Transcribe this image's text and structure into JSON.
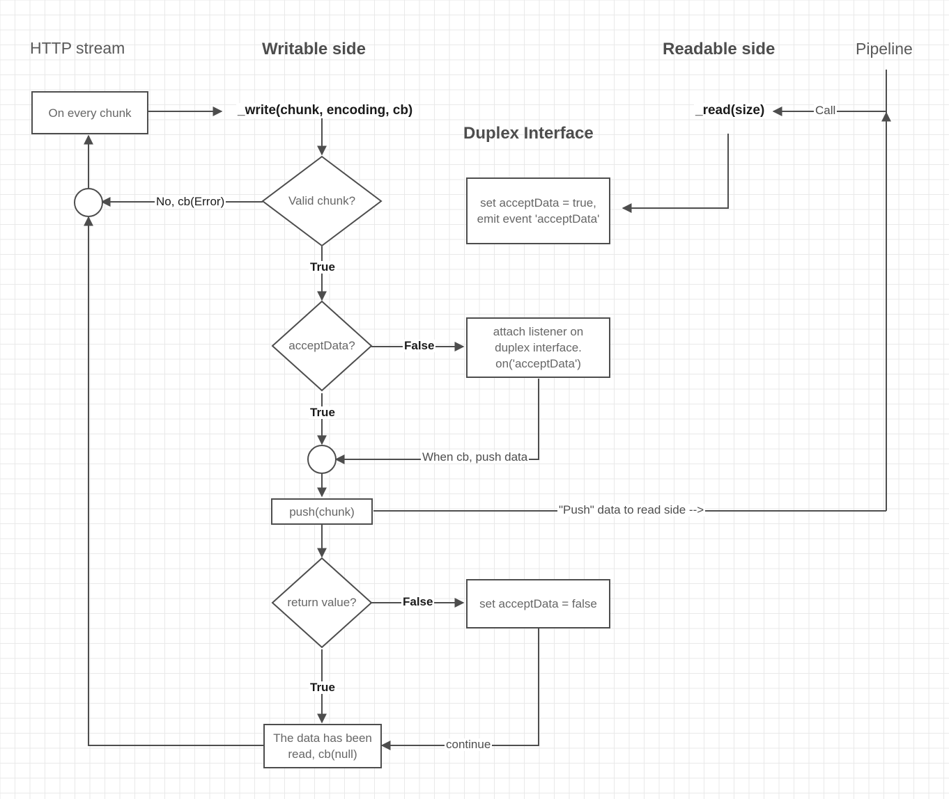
{
  "diagram": {
    "title": "Duplex Interface",
    "lanes": [
      {
        "id": "http-stream",
        "label": "HTTP stream",
        "style": "plain"
      },
      {
        "id": "writable-side",
        "label": "Writable side",
        "style": "bold"
      },
      {
        "id": "duplex-interface",
        "label": "Duplex Interface",
        "style": "bold"
      },
      {
        "id": "readable-side",
        "label": "Readable side",
        "style": "bold"
      },
      {
        "id": "pipeline",
        "label": "Pipeline",
        "style": "plain"
      }
    ],
    "nodes": [
      {
        "id": "on-every-chunk",
        "type": "process",
        "label": "On every chunk"
      },
      {
        "id": "valid-chunk",
        "type": "decision",
        "label": "Valid chunk?"
      },
      {
        "id": "accept-data",
        "type": "decision",
        "label": "acceptData?"
      },
      {
        "id": "push-chunk",
        "type": "process",
        "label": "push(chunk)"
      },
      {
        "id": "return-value",
        "type": "decision",
        "label": "return value?"
      },
      {
        "id": "data-read",
        "type": "process",
        "label": "The data has been\nread, cb(null)"
      },
      {
        "id": "set-accept-true",
        "type": "process",
        "label": "set acceptData = true,\nemit event 'acceptData'"
      },
      {
        "id": "attach-listener",
        "type": "process",
        "label": "attach listener on\nduplex interface.\non('acceptData')"
      },
      {
        "id": "set-accept-false",
        "type": "process",
        "label": "set acceptData = false"
      },
      {
        "id": "merge-error",
        "type": "connector",
        "label": ""
      },
      {
        "id": "merge-push",
        "type": "connector",
        "label": ""
      }
    ],
    "api_labels": [
      {
        "id": "write-api",
        "label": "_write(chunk, encoding, cb)"
      },
      {
        "id": "read-api",
        "label": "_read(size)"
      }
    ],
    "edges": [
      {
        "from": "on-every-chunk",
        "to": "write-api",
        "label": ""
      },
      {
        "from": "valid-chunk",
        "to": "merge-error",
        "label": "No, cb(Error)"
      },
      {
        "from": "valid-chunk",
        "to": "accept-data",
        "label": "True"
      },
      {
        "from": "accept-data",
        "to": "attach-listener",
        "label": "False"
      },
      {
        "from": "accept-data",
        "to": "merge-push",
        "label": "True"
      },
      {
        "from": "attach-listener",
        "to": "merge-push",
        "label": "When cb, push data"
      },
      {
        "from": "push-chunk",
        "to": "pipeline",
        "label": "\"Push\" data to read side -->"
      },
      {
        "from": "return-value",
        "to": "set-accept-false",
        "label": "False"
      },
      {
        "from": "return-value",
        "to": "data-read",
        "label": "True"
      },
      {
        "from": "set-accept-false",
        "to": "data-read",
        "label": "continue"
      },
      {
        "from": "pipeline",
        "to": "read-api",
        "label": "Call"
      },
      {
        "from": "read-api",
        "to": "set-accept-true",
        "label": ""
      },
      {
        "from": "data-read",
        "to": "merge-error",
        "label": ""
      },
      {
        "from": "merge-error",
        "to": "on-every-chunk",
        "label": ""
      }
    ],
    "text": {
      "lane_http": "HTTP stream",
      "lane_writable": "Writable side",
      "lane_duplex": "Duplex Interface",
      "lane_readable": "Readable side",
      "lane_pipeline": "Pipeline",
      "node_on_every_chunk": "On every chunk",
      "node_valid_chunk": "Valid chunk?",
      "node_accept_data": "acceptData?",
      "node_push_chunk": "push(chunk)",
      "node_return_value": "return value?",
      "node_data_read_l1": "The data has been",
      "node_data_read_l2": "read, cb(null)",
      "node_set_true_l1": "set acceptData = true,",
      "node_set_true_l2": "emit event 'acceptData'",
      "node_attach_l1": "attach listener on",
      "node_attach_l2": "duplex interface.",
      "node_attach_l3": "on('acceptData')",
      "node_set_false": "set acceptData = false",
      "api_write": "_write(chunk, encoding, cb)",
      "api_read": "_read(size)",
      "lbl_no_cb_error": "No, cb(Error)",
      "lbl_true_1": "True",
      "lbl_true_2": "True",
      "lbl_true_3": "True",
      "lbl_false_1": "False",
      "lbl_false_2": "False",
      "lbl_when_cb": "When cb, push data",
      "lbl_push_data": "\"Push\" data to read side -->",
      "lbl_continue": "continue",
      "lbl_call": "Call"
    },
    "colors": {
      "stroke": "#4d4d4d",
      "node_text": "#666666",
      "label_text": "#1a1a1a",
      "heading": "#4d4d4d",
      "grid_minor": "#e9e9e9",
      "grid_major": "#dcdcdc",
      "fill": "#ffffff"
    }
  }
}
